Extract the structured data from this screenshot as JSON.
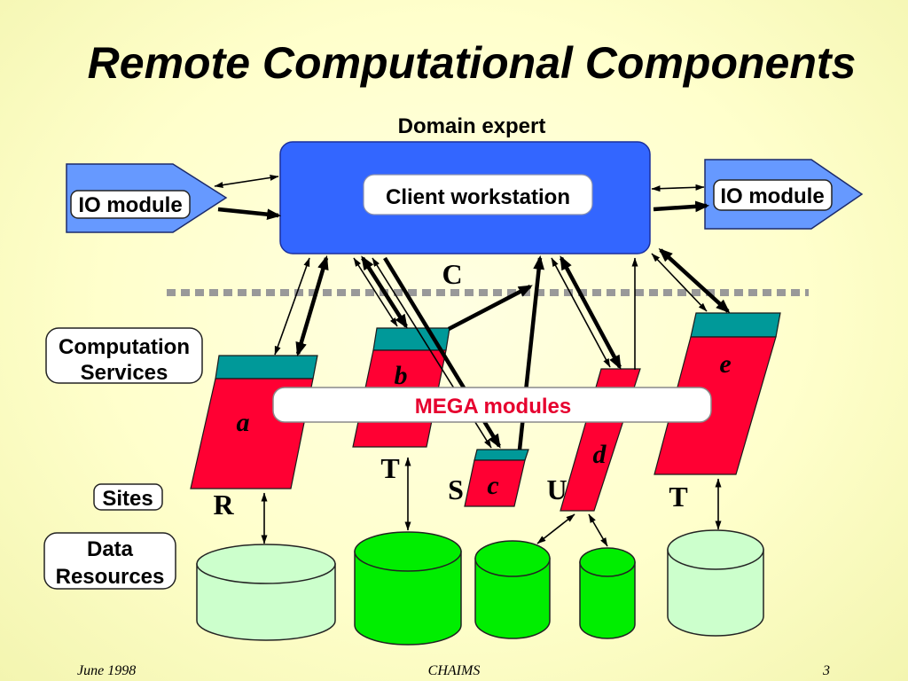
{
  "slide": {
    "title": "Remote Computational Components",
    "footer": {
      "date": "June 1998",
      "project": "CHAIMS",
      "page_number": "3"
    }
  },
  "client": {
    "role_label": "Domain expert",
    "workstation_label": "Client workstation"
  },
  "io_modules": {
    "left_label": "IO module",
    "right_label": "IO module"
  },
  "client_boundary_label": "C",
  "tier_labels": {
    "computation_services": [
      "Computation",
      "Services"
    ],
    "sites": "Sites",
    "data_resources": [
      "Data",
      "Resources"
    ]
  },
  "mega_modules_label": "MEGA modules",
  "components": [
    {
      "id": "a",
      "site": "R"
    },
    {
      "id": "b",
      "site": "T"
    },
    {
      "id": "c",
      "site": "S"
    },
    {
      "id": "d",
      "site": "U"
    },
    {
      "id": "e",
      "site": "T"
    }
  ],
  "colors": {
    "background": "#FFFFCC",
    "workstation_fill": "#3366FF",
    "io_module_fill": "#6699FF",
    "component_body": "#FF0033",
    "component_top": "#009999",
    "mega_label_text": "#E6002E",
    "boundary_line": "#999999",
    "resource_light": "#CCFFCC",
    "resource_bright": "#00EE00"
  }
}
